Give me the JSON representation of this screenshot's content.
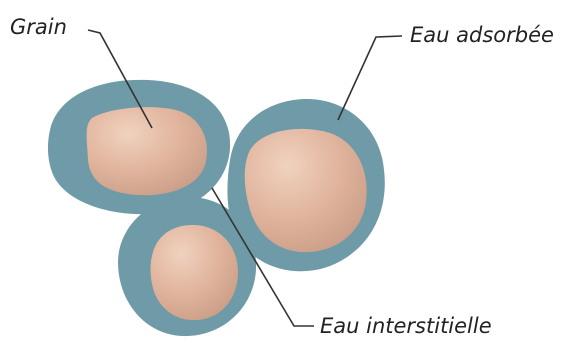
{
  "labels": {
    "grain": "Grain",
    "adsorbed_water": "Eau adsorbée",
    "interstitial_water": "Eau interstitielle"
  },
  "colors": {
    "water_film": "#6f9aa7",
    "grain_light": "#ecc9b2",
    "grain_dark": "#c99c86",
    "text": "#222222",
    "line": "#333333"
  }
}
